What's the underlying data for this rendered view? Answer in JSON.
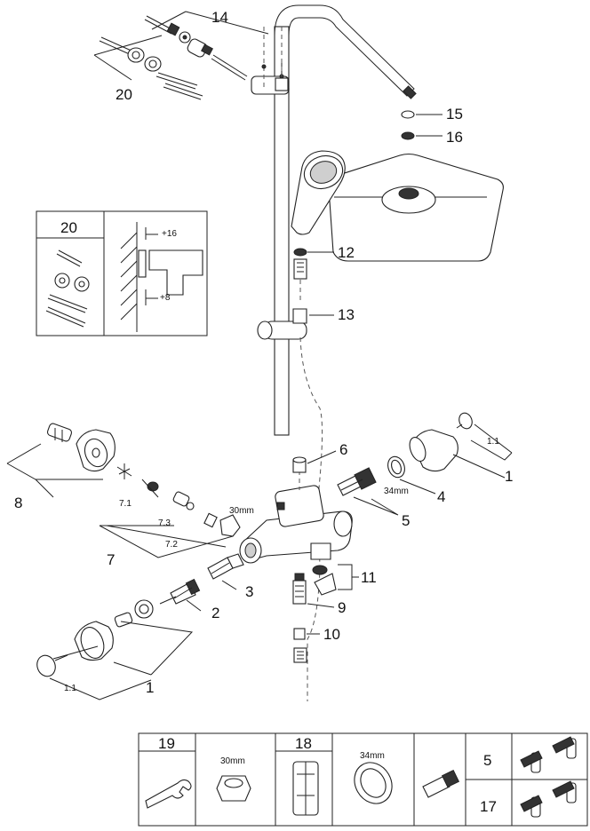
{
  "parts": {
    "p1_top": "1",
    "p1_1_top": "1.1",
    "p1_bottom": "1",
    "p1_1_bottom": "1.1",
    "p2": "2",
    "p3": "3",
    "p4": "4",
    "p4_size": "34mm",
    "p5": "5",
    "p6": "6",
    "p7": "7",
    "p7_1": "7.1",
    "p7_2": "7.2",
    "p7_3": "7.3",
    "p7_size": "30mm",
    "p8": "8",
    "p9": "9",
    "p10": "10",
    "p11": "11",
    "p12": "12",
    "p13": "13",
    "p14": "14",
    "p15": "15",
    "p16": "16",
    "p20": "20"
  },
  "inset": {
    "title": "20",
    "dim_top": "+16",
    "dim_bottom": "+8"
  },
  "toolbox": {
    "c1_label": "19",
    "c2_size": "30mm",
    "c3_label": "18",
    "c4_size": "34mm",
    "c6_top": "5",
    "c6_bottom": "17"
  }
}
